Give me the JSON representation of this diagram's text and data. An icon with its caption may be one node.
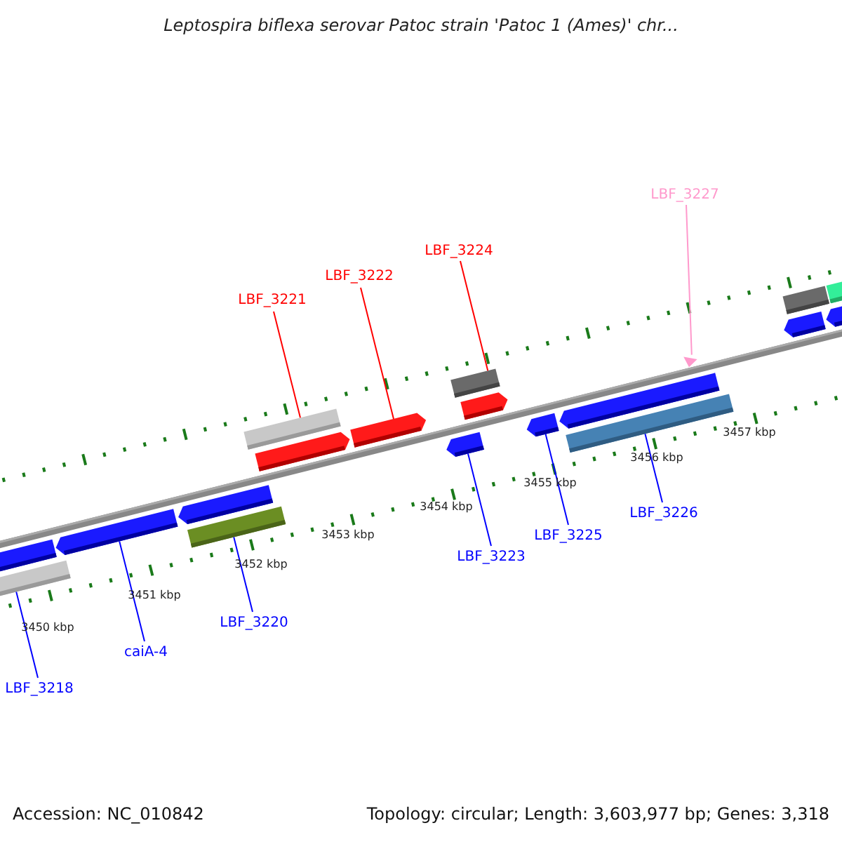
{
  "diagram": {
    "title": "Leptospira biflexa serovar Patoc strain 'Patoc 1 (Ames)' chr...",
    "nodes": [
      {
        "text": [
          "LBF_3221"
        ]
      },
      {
        "text": [
          "LBF_3222"
        ]
      },
      {
        "text": [
          "LBF_3224"
        ]
      },
      {
        "text": [
          "LBF_3227"
        ]
      },
      {
        "text": [
          "LBF_3218"
        ]
      },
      {
        "text": [
          "caiA-4"
        ]
      },
      {
        "text": [
          "LBF_3220"
        ]
      },
      {
        "text": [
          "LBF_3223"
        ]
      },
      {
        "text": [
          "LBF_3225"
        ]
      },
      {
        "text": [
          "LBF_3226"
        ]
      },
      {
        "text": [],
        "shape": "bar"
      },
      {
        "text": [],
        "shape": "bar"
      },
      {
        "text": [],
        "shape": "bar"
      },
      {
        "text": [],
        "shape": "bar"
      },
      {
        "text": [],
        "shape": "bar"
      },
      {
        "text": [],
        "shape": "bar"
      },
      {
        "text": [],
        "shape": "bar"
      },
      {
        "text": [],
        "shape": "bar"
      },
      {
        "text": [],
        "shape": "bar"
      },
      {
        "text": [],
        "shape": "bar"
      },
      {
        "text": [],
        "shape": "bar"
      },
      {
        "text": [],
        "shape": "bar"
      },
      {
        "text": [],
        "shape": "bar"
      },
      {
        "text": [],
        "shape": "bar"
      },
      {
        "text": [],
        "shape": "triangle"
      },
      {
        "text": [],
        "shape": "bar"
      },
      {
        "text": [],
        "shape": "bar"
      },
      {
        "text": [],
        "shape": "bar"
      },
      {
        "text": [],
        "shape": "bar"
      }
    ],
    "edges": [
      {
        "from": 0,
        "to": 15,
        "arrow": "none",
        "color": "#ff0000"
      },
      {
        "from": 1,
        "to": 17,
        "arrow": "none",
        "color": "#ff0000"
      },
      {
        "from": 2,
        "to": 19,
        "arrow": "none",
        "color": "#ff0000"
      },
      {
        "from": 3,
        "to": 24,
        "arrow": "none",
        "color": "#ff99cc"
      },
      {
        "from": 4,
        "to": 11,
        "arrow": "none"
      },
      {
        "from": 5,
        "to": 12,
        "arrow": "none"
      },
      {
        "from": 6,
        "to": 14,
        "arrow": "none"
      },
      {
        "from": 7,
        "to": 18,
        "arrow": "none"
      },
      {
        "from": 8,
        "to": 21,
        "arrow": "none"
      },
      {
        "from": 9,
        "to": 23,
        "arrow": "none"
      }
    ],
    "labels": [
      "3450 kbp",
      "3451 kbp",
      "3452 kbp",
      "3453 kbp",
      "3454 kbp",
      "3455 kbp",
      "3456 kbp",
      "3457 kbp",
      "Accession: NC_010842",
      "Topology: circular; Length: 3,603,977 bp; Genes: 3,318"
    ]
  }
}
